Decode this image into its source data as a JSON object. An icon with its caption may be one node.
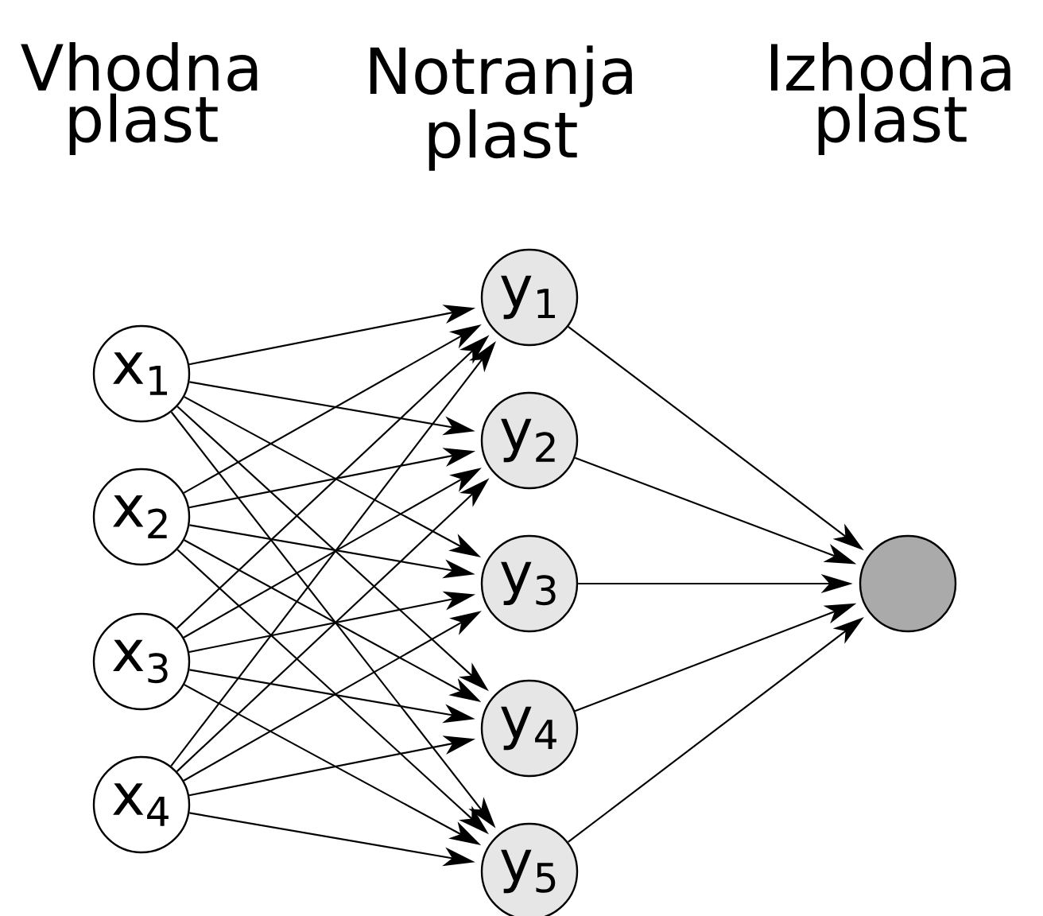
{
  "diagram": {
    "nodes": [
      {
        "text": [
          "x$_{1}$"
        ]
      },
      {
        "text": [
          "x$_{2}$"
        ]
      },
      {
        "text": [
          "x$_{3}$"
        ]
      },
      {
        "text": [
          "x$_{4}$"
        ]
      },
      {
        "text": [
          "y$_{1}$"
        ]
      },
      {
        "text": [
          "y$_{2}$"
        ]
      },
      {
        "text": [
          "y$_{3}$"
        ]
      },
      {
        "text": [
          "y$_{4}$"
        ]
      },
      {
        "text": [
          "y$_{5}$"
        ]
      },
      {
        "text": [],
        "shape": "circle"
      }
    ],
    "edges": [
      {
        "from": 0,
        "to": 4,
        "arrow": "to"
      },
      {
        "from": 0,
        "to": 5,
        "arrow": "to"
      },
      {
        "from": 0,
        "to": 6,
        "arrow": "to"
      },
      {
        "from": 0,
        "to": 7,
        "arrow": "to"
      },
      {
        "from": 0,
        "to": 8,
        "arrow": "to"
      },
      {
        "from": 1,
        "to": 4,
        "arrow": "to"
      },
      {
        "from": 1,
        "to": 5,
        "arrow": "to"
      },
      {
        "from": 1,
        "to": 6,
        "arrow": "to"
      },
      {
        "from": 1,
        "to": 7,
        "arrow": "to"
      },
      {
        "from": 1,
        "to": 8,
        "arrow": "to"
      },
      {
        "from": 2,
        "to": 4,
        "arrow": "to"
      },
      {
        "from": 2,
        "to": 5,
        "arrow": "to"
      },
      {
        "from": 2,
        "to": 6,
        "arrow": "to"
      },
      {
        "from": 2,
        "to": 7,
        "arrow": "to"
      },
      {
        "from": 2,
        "to": 8,
        "arrow": "to"
      },
      {
        "from": 3,
        "to": 4,
        "arrow": "to"
      },
      {
        "from": 3,
        "to": 5,
        "arrow": "to"
      },
      {
        "from": 3,
        "to": 6,
        "arrow": "to"
      },
      {
        "from": 3,
        "to": 7,
        "arrow": "to"
      },
      {
        "from": 3,
        "to": 8,
        "arrow": "to"
      },
      {
        "from": 4,
        "to": 9,
        "arrow": "to"
      },
      {
        "from": 5,
        "to": 9,
        "arrow": "to"
      },
      {
        "from": 6,
        "to": 9,
        "arrow": "to"
      },
      {
        "from": 7,
        "to": 9,
        "arrow": "to"
      },
      {
        "from": 8,
        "to": 9,
        "arrow": "to"
      }
    ],
    "labels": [
      "Vhodna plast",
      "Notranja plast",
      "Izhodna plast"
    ]
  }
}
